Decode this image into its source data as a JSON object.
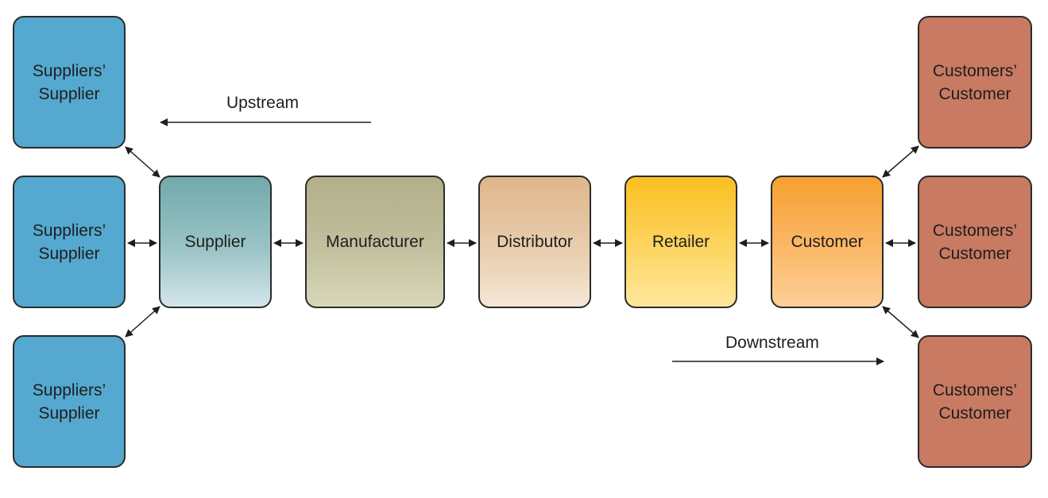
{
  "upstream_label": "Upstream",
  "downstream_label": "Downstream",
  "suppliers_supplier": [
    {
      "line1": "Suppliers’",
      "line2": "Supplier"
    },
    {
      "line1": "Suppliers’",
      "line2": "Supplier"
    },
    {
      "line1": "Suppliers’",
      "line2": "Supplier"
    }
  ],
  "chain": {
    "supplier": "Supplier",
    "manufacturer": "Manufacturer",
    "distributor": "Distributor",
    "retailer": "Retailer",
    "customer": "Customer"
  },
  "customers_customer": [
    {
      "line1": "Customers’",
      "line2": "Customer"
    },
    {
      "line1": "Customers’",
      "line2": "Customer"
    },
    {
      "line1": "Customers’",
      "line2": "Customer"
    }
  ],
  "colors": {
    "suppliers_supplier": "#55a8cf",
    "customers_customer": "#c87a62",
    "supplier_top": "#72aaac",
    "manufacturer_top": "#b2af89",
    "distributor_top": "#deb68c",
    "retailer_top": "#fbbf20",
    "customer_top": "#f6a02f",
    "arrow": "#1e1e1e"
  }
}
